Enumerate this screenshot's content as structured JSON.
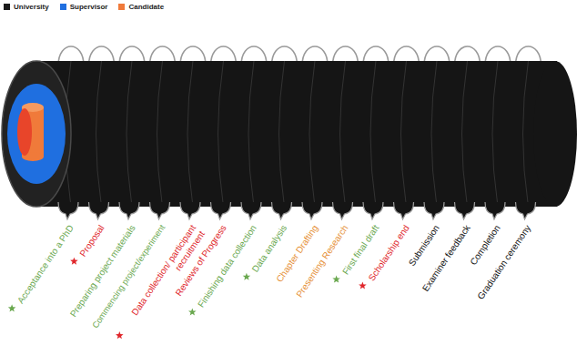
{
  "diagram": {
    "labels": [
      "Acceptance into a PhD",
      "Proposal",
      "Preparing project materials",
      "Commencing project/experiment",
      "Data collection/ participant recruitment",
      "Reviews of Progress",
      "Finishing data collection",
      "Data analysis",
      "Chapter Drafting",
      "Presenting Research",
      "First final draft",
      "Scholarship end",
      "Submission",
      "Examiner feedback",
      "Completion",
      "Graduation ceremony"
    ],
    "legend": [
      {
        "text": "University",
        "color": "#1a1a1a"
      },
      {
        "text": "Supervisor",
        "color": "#1f6fe0"
      },
      {
        "text": "Candidate",
        "color": "#f07a3a"
      }
    ]
  }
}
